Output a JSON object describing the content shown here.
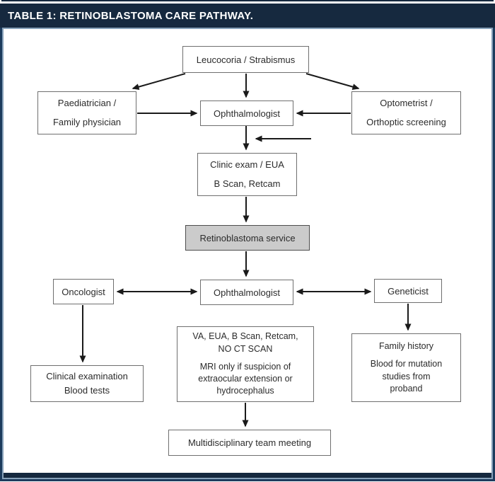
{
  "header": {
    "title": "TABLE 1: RETINOBLASTOMA CARE PATHWAY."
  },
  "colors": {
    "header_bg": "#16293f",
    "frame_outer": "#1d3b5c",
    "frame_inner": "#87a1b9",
    "service_box_bg": "#cbcbcb",
    "arrow": "#1a1a1a"
  },
  "nodes": {
    "leucocoria": {
      "label": "Leucocoria / Strabismus"
    },
    "paediatrician": {
      "label": "Paediatrician /\nFamily physician"
    },
    "ophthalmologist_referral": {
      "label": "Ophthalmologist"
    },
    "optometrist": {
      "label": "Optometrist /\nOrthoptic screening"
    },
    "clinic_exam": {
      "label": "Clinic exam / EUA\nB Scan, Retcam"
    },
    "rb_service": {
      "label": "Retinoblastoma service"
    },
    "oncologist": {
      "label": "Oncologist"
    },
    "ophthalmologist_service": {
      "label": "Ophthalmologist"
    },
    "geneticist": {
      "label": "Geneticist"
    },
    "va_eua": {
      "part1": "VA, EUA, B Scan, Retcam,\nNO CT SCAN",
      "part2": "MRI only if suspicion of\nextraocular extension or\nhydrocephalus"
    },
    "clinical_examination": {
      "label": "Clinical examination\nBlood tests"
    },
    "family_history": {
      "part1": "Family history",
      "part2": "Blood for mutation\nstudies from\nproband"
    },
    "mdt": {
      "label": "Multidisciplinary team meeting"
    }
  }
}
